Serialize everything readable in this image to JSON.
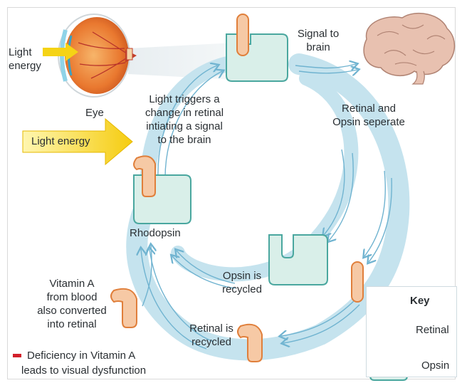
{
  "labels": {
    "light_energy_top": [
      "Light",
      "energy"
    ],
    "eye": "Eye",
    "light_energy_arrow": "Light energy",
    "triggers": [
      "Light triggers a",
      "change in retinal",
      "intiating a signal",
      "to the brain"
    ],
    "signal_to_brain": [
      "Signal to",
      "brain"
    ],
    "retinal_opsin_separate": [
      "Retinal and",
      "Opsin seperate"
    ],
    "rhodopsin": "Rhodopsin",
    "opsin_recycled": [
      "Opsin is",
      "recycled"
    ],
    "retinal_recycled": [
      "Retinal is",
      "recycled"
    ],
    "vitamin_a": [
      "Vitamin A",
      "from blood",
      "also converted",
      "into retinal"
    ],
    "deficiency": [
      "Deficiency in Vitamin A",
      "leads to visual dysfunction"
    ]
  },
  "key": {
    "title": "Key",
    "retinal": "Retinal",
    "opsin": "Opsin"
  },
  "colors": {
    "cycle_band": "#c5e3ee",
    "arrow_line": "#6fb3d0",
    "opsin_fill": "#d9efe9",
    "opsin_stroke": "#4aa79f",
    "retinal_fill": "#f6c9a5",
    "retinal_stroke": "#e07f3b",
    "light_arrow": "#f5d315",
    "deficiency_mark": "#d21f2a"
  }
}
